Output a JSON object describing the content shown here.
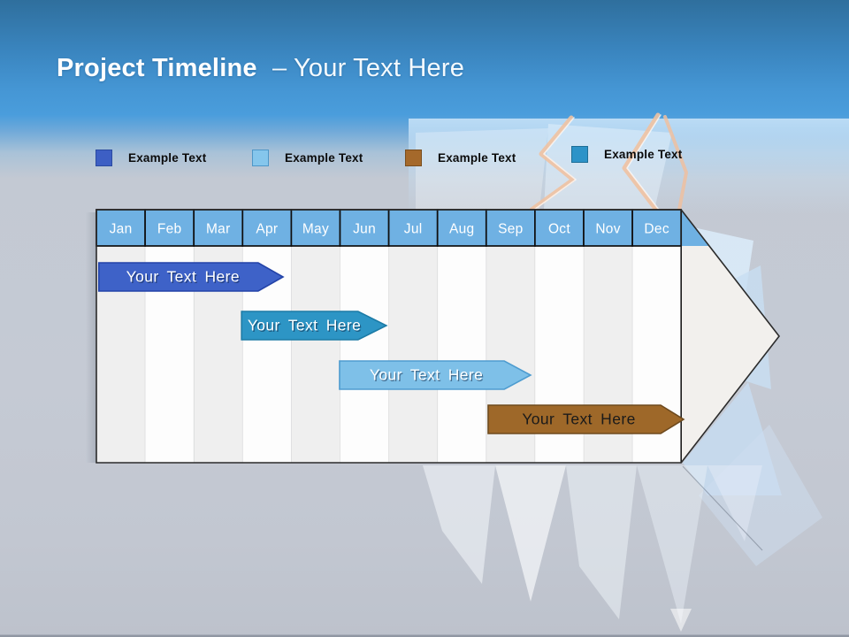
{
  "slide_title": {
    "bold": "Project Timeline",
    "regular": "– Your Text Here"
  },
  "legend": {
    "items": [
      {
        "label": "Example Text",
        "color": "#3D5FC4",
        "border": "#2A4AA0"
      },
      {
        "label": "Example Text",
        "color": "#85C6EC",
        "border": "#4E97C8"
      },
      {
        "label": "Example Text",
        "color": "#A5692B",
        "border": "#7A4E1F"
      },
      {
        "label": "Example Text",
        "color": "#2D93C8",
        "border": "#1E6E96"
      }
    ],
    "position": "top"
  },
  "colors": {
    "title_text": "#FFFFFF",
    "header_fill": "#6FB1E3",
    "column_alt": "#EFEFEF",
    "column_main": "#FDFDFD",
    "arrow_fill": "#F2F0ED",
    "outline": "#2B2B2B"
  },
  "chart_data": {
    "type": "bar",
    "subtype": "gantt-project-timeline",
    "title": "Project Timeline – Your Text Here",
    "categories": [
      "Jan",
      "Feb",
      "Mar",
      "Apr",
      "May",
      "Jun",
      "Jul",
      "Aug",
      "Sep",
      "Oct",
      "Nov",
      "Dec"
    ],
    "x_unit": "month-index (0 = start of Jan, 12 = end of Dec)",
    "legend_position": "top",
    "grid": "alternating column shading",
    "series": [
      {
        "name": "Your Text Here",
        "row": 1,
        "start": 0.05,
        "body_end": 3.32,
        "tip_end": 3.83,
        "start_label": "Jan",
        "end_label": "Apr",
        "fill": "#3E62C8",
        "border": "#2343A8",
        "text_color": "#FFFFFF"
      },
      {
        "name": "Your Text Here",
        "row": 2,
        "start": 2.98,
        "body_end": 5.37,
        "tip_end": 5.95,
        "start_label": "Apr",
        "end_label": "Jun",
        "fill": "#2D95C5",
        "border": "#1C7BA6",
        "text_color": "#FFFFFF"
      },
      {
        "name": "Your Text Here",
        "row": 3,
        "start": 4.99,
        "body_end": 8.37,
        "tip_end": 8.91,
        "start_label": "Jun",
        "end_label": "Sep",
        "fill": "#7EC0E8",
        "border": "#4E9CD0",
        "text_color": "#FFFFFF"
      },
      {
        "name": "Your Text Here",
        "row": 4,
        "start": 8.04,
        "body_end": 11.58,
        "tip_end": 12.05,
        "start_label": "Oct",
        "end_label": "Dec",
        "fill": "#9E6829",
        "border": "#6E4A1E",
        "text_color": "#1A1A1A"
      }
    ]
  }
}
